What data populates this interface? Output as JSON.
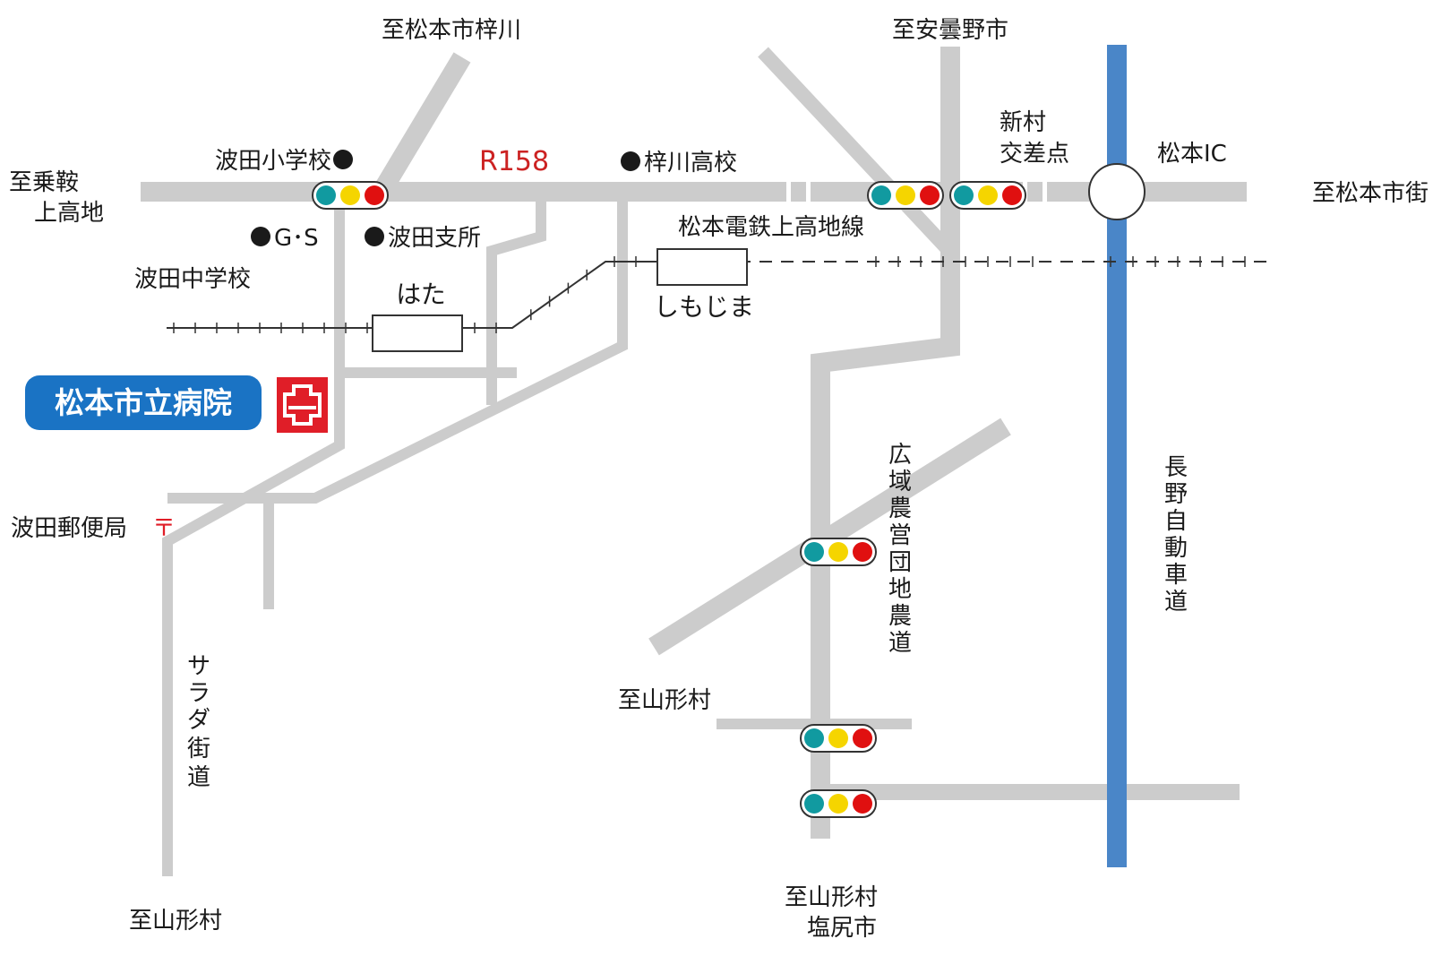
{
  "colors": {
    "road": "#cccccc",
    "expressway": "#4a86c8",
    "rail": "#333333",
    "label": "#1a1a1a",
    "route_label": "#cc2222",
    "hospital_badge": "#1a73c4",
    "hospital_icon": "#e01e28",
    "signal_green": "#119aa0",
    "signal_yellow": "#f5d500",
    "signal_red": "#e01010"
  },
  "directions": {
    "to_azusagawa": "至松本市梓川",
    "to_azumino": "至安曇野市",
    "to_norikura_1": "至乗鞍",
    "to_norikura_2": "上高地",
    "to_matsumoto_city": "至松本市街",
    "to_yamagata_left": "至山形村",
    "to_yamagata_mid": "至山形村",
    "to_yamagata_bottom": "至山形村",
    "to_shiojiri": "塩尻市"
  },
  "routes": {
    "r158": "R158",
    "rail_line": "松本電鉄上高地線",
    "expressway": [
      "長",
      "野",
      "自",
      "動",
      "車",
      "道"
    ],
    "farm_road": [
      "広",
      "域",
      "農",
      "営",
      "団",
      "地",
      "農",
      "道"
    ],
    "salad_road": [
      "サ",
      "ラ",
      "ダ",
      "街",
      "道"
    ]
  },
  "places": {
    "hada_elementary": "波田小学校",
    "azusagawa_high": "梓川高校",
    "gas_station": "G･S",
    "hada_branch": "波田支所",
    "hada_junior_high": "波田中学校",
    "post_office": "波田郵便局",
    "post_mark": "〒",
    "shinmura_1": "新村",
    "shinmura_2": "交差点",
    "matsumoto_ic": "松本IC"
  },
  "stations": {
    "hata": "はた",
    "shimojima": "しもじま"
  },
  "hospital": {
    "name": "松本市立病院"
  },
  "icons": {
    "signal": "traffic-signal-icon",
    "landmark": "landmark-dot-icon",
    "hospital": "hospital-cross-icon",
    "post": "post-office-icon",
    "interchange": "interchange-circle-icon"
  }
}
